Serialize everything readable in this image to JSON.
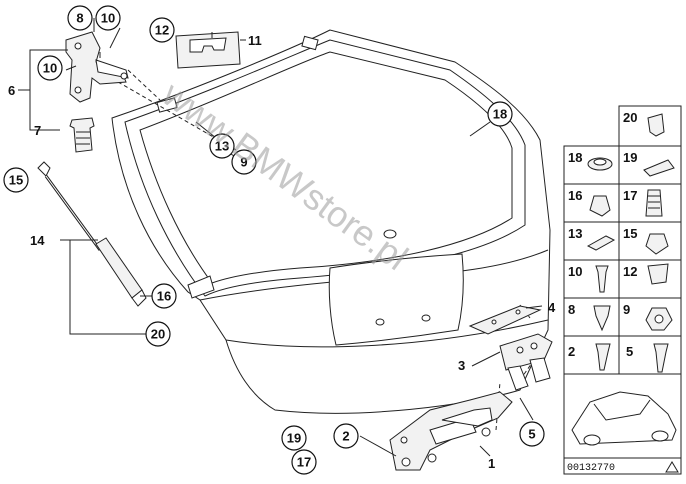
{
  "diagram": {
    "watermark": "www.BMWstore.pl",
    "catalog_number": "00132770",
    "callouts_circled": [
      "8",
      "10",
      "10",
      "12",
      "13",
      "9",
      "15",
      "16",
      "20",
      "18",
      "2",
      "19",
      "17",
      "5"
    ],
    "callouts_plain": [
      "6",
      "7",
      "11",
      "14",
      "4",
      "3",
      "1"
    ],
    "legend_cells": [
      "20",
      "18",
      "19",
      "16",
      "17",
      "13",
      "15",
      "10",
      "12",
      "8",
      "9",
      "2",
      "5"
    ]
  }
}
